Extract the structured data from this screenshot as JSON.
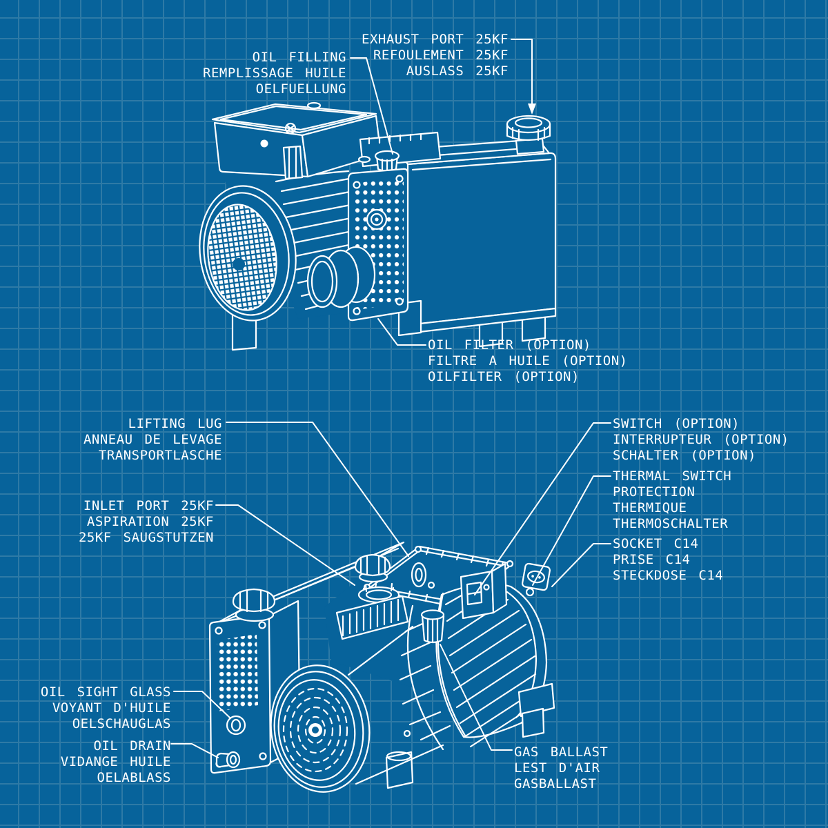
{
  "theme": {
    "background": "#07639B",
    "grid": "#2E7AA6",
    "ink": "#FFFFFF"
  },
  "callouts": {
    "exhaust_port": {
      "lines": [
        "EXHAUST PORT 25KF",
        "REFOULEMENT 25KF",
        "AUSLASS 25KF"
      ]
    },
    "oil_filling": {
      "lines": [
        "OIL FILLING",
        "REMPLISSAGE HUILE",
        "OELFUELLUNG"
      ]
    },
    "oil_filter": {
      "lines": [
        "OIL FILTER (OPTION)",
        "FILTRE A HUILE (OPTION)",
        "OILFILTER (OPTION)"
      ]
    },
    "lifting_lug": {
      "lines": [
        "LIFTING LUG",
        "ANNEAU DE LEVAGE",
        "TRANSPORTLASCHE"
      ]
    },
    "switch": {
      "lines": [
        "SWITCH (OPTION)",
        "INTERRUPTEUR (OPTION)",
        "SCHALTER (OPTION)"
      ]
    },
    "thermal_switch": {
      "lines": [
        "THERMAL SWITCH",
        "PROTECTION",
        "THERMIQUE",
        "THERMOSCHALTER"
      ]
    },
    "socket": {
      "lines": [
        "SOCKET C14",
        "PRISE C14",
        "STECKDOSE C14"
      ]
    },
    "inlet_port": {
      "lines": [
        "INLET PORT 25KF",
        "ASPIRATION 25KF",
        "25KF SAUGSTUTZEN"
      ]
    },
    "oil_sight_glass": {
      "lines": [
        "OIL SIGHT GLASS",
        "VOYANT D'HUILE",
        "OELSCHAUGLAS"
      ]
    },
    "oil_drain": {
      "lines": [
        "OIL DRAIN",
        "VIDANGE HUILE",
        "OELABLASS"
      ]
    },
    "gas_ballast": {
      "lines": [
        "GAS BALLAST",
        "LEST D'AIR",
        "GASBALLAST"
      ]
    }
  }
}
